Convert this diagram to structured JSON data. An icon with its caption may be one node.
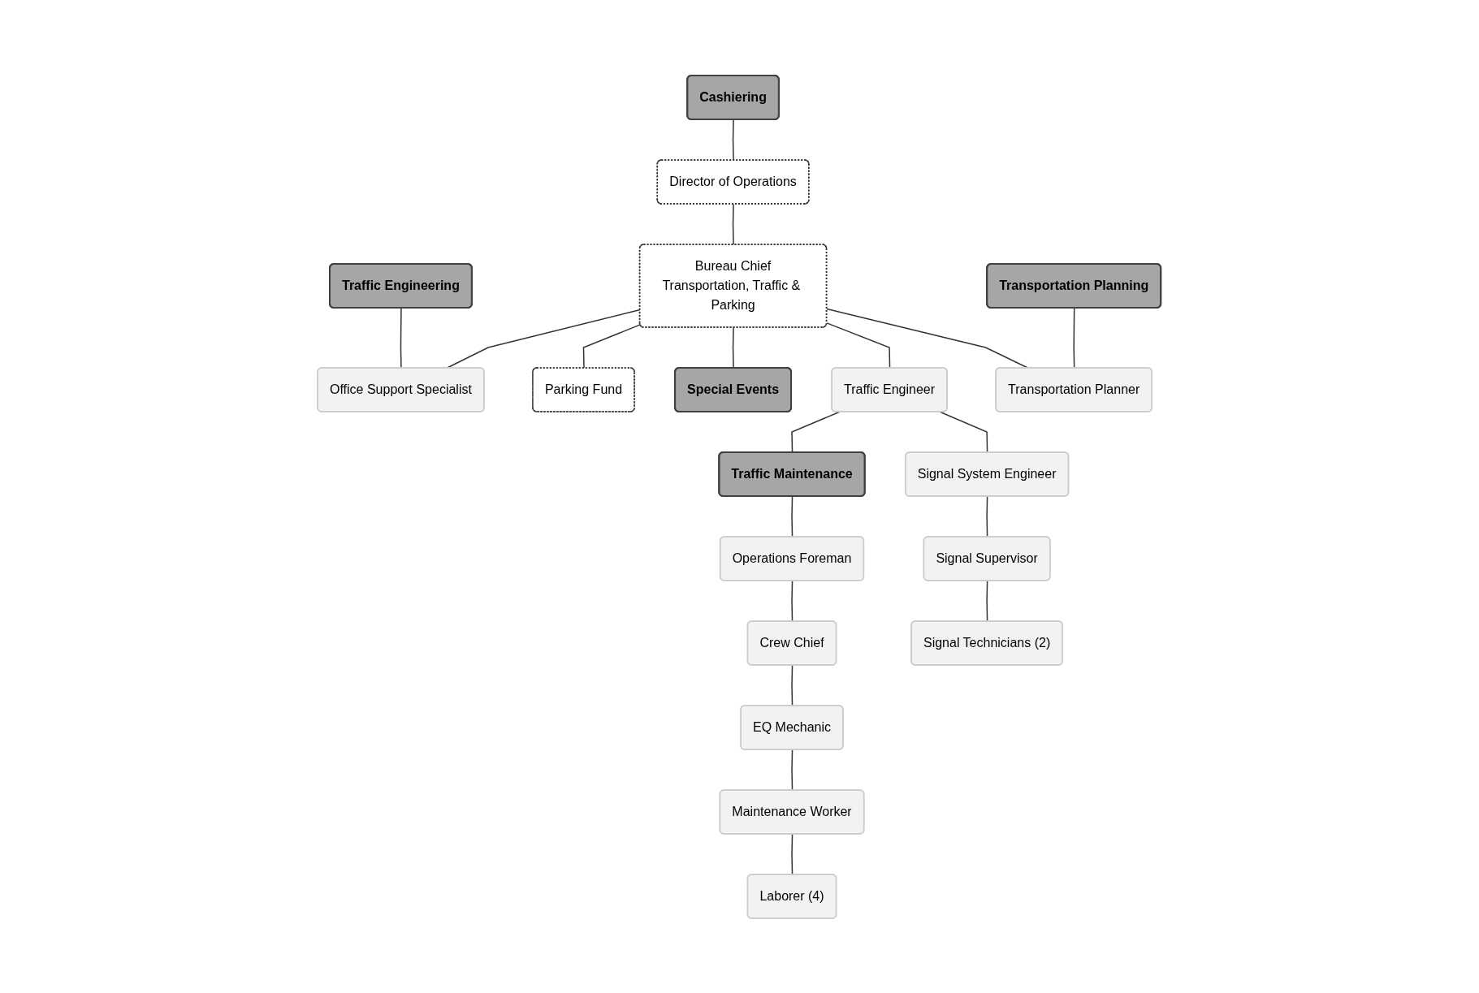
{
  "diagram": {
    "nodes": [
      {
        "text": [
          "Cashiering"
        ]
      },
      {
        "text": [
          "Director of Operations"
        ]
      },
      {
        "text": [
          "Bureau Chief",
          "Transportation, Traffic & Parking"
        ]
      },
      {
        "text": [
          "Traffic Engineering"
        ]
      },
      {
        "text": [
          "Office Support Specialist"
        ]
      },
      {
        "text": [
          "Transportation Planning"
        ]
      },
      {
        "text": [
          "Parking Fund"
        ]
      },
      {
        "text": [
          "Special Events"
        ]
      },
      {
        "text": [
          "Traffic Engineer"
        ]
      },
      {
        "text": [
          "Transportation Planner"
        ]
      },
      {
        "text": [
          "Traffic Maintenance"
        ]
      },
      {
        "text": [
          "Signal System Engineer"
        ]
      },
      {
        "text": [
          "Operations Foreman"
        ]
      },
      {
        "text": [
          "Signal Supervisor"
        ]
      },
      {
        "text": [
          "Crew Chief"
        ]
      },
      {
        "text": [
          "Signal Technicians (2)"
        ]
      },
      {
        "text": [
          "EQ Mechanic"
        ]
      },
      {
        "text": [
          "Maintenance Worker"
        ]
      },
      {
        "text": [
          "Laborer (4)"
        ]
      }
    ],
    "edges": [
      {
        "from": 0,
        "to": 1,
        "arrow": "none"
      },
      {
        "from": 1,
        "to": 2,
        "arrow": "none"
      },
      {
        "from": 3,
        "to": 4,
        "arrow": "none"
      },
      {
        "from": 2,
        "to": 4,
        "arrow": "none"
      },
      {
        "from": 2,
        "to": 6,
        "arrow": "none"
      },
      {
        "from": 2,
        "to": 7,
        "arrow": "none"
      },
      {
        "from": 2,
        "to": 8,
        "arrow": "none"
      },
      {
        "from": 2,
        "to": 9,
        "arrow": "none"
      },
      {
        "from": 5,
        "to": 9,
        "arrow": "none"
      },
      {
        "from": 8,
        "to": 10,
        "arrow": "none"
      },
      {
        "from": 8,
        "to": 11,
        "arrow": "none"
      },
      {
        "from": 10,
        "to": 12,
        "arrow": "none"
      },
      {
        "from": 11,
        "to": 13,
        "arrow": "none"
      },
      {
        "from": 12,
        "to": 14,
        "arrow": "none"
      },
      {
        "from": 13,
        "to": 15,
        "arrow": "none"
      },
      {
        "from": 14,
        "to": 16,
        "arrow": "none"
      },
      {
        "from": 16,
        "to": 17,
        "arrow": "none"
      },
      {
        "from": 17,
        "to": 18,
        "arrow": "none"
      }
    ]
  }
}
